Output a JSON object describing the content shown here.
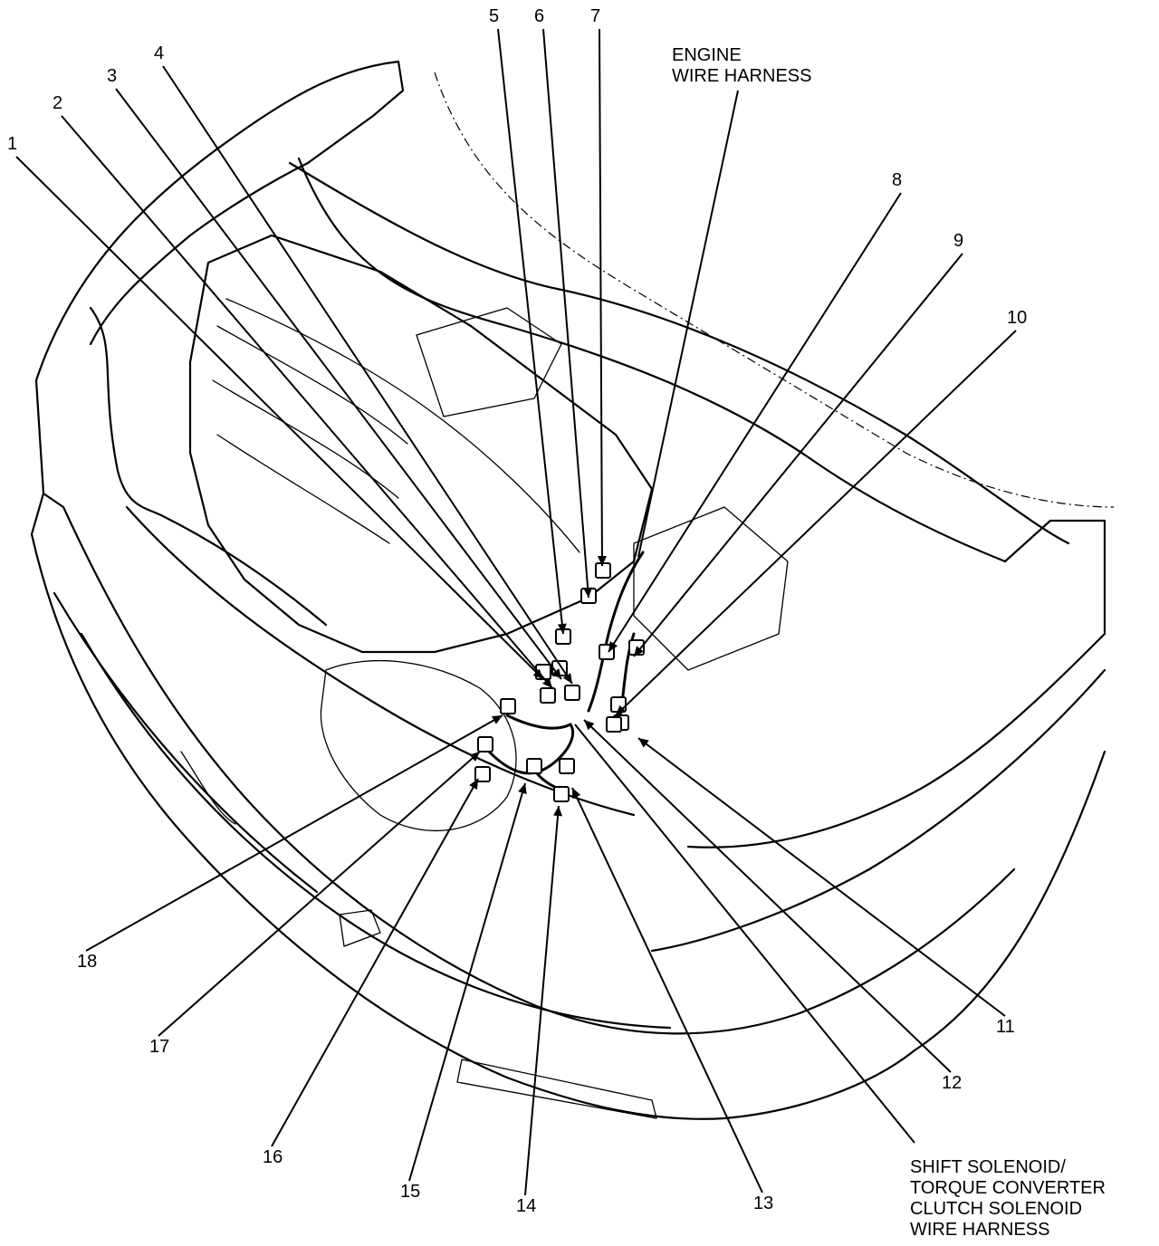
{
  "diagram": {
    "callouts": [
      {
        "num": "1"
      },
      {
        "num": "2"
      },
      {
        "num": "3"
      },
      {
        "num": "4"
      },
      {
        "num": "5"
      },
      {
        "num": "6"
      },
      {
        "num": "7"
      },
      {
        "num": "8"
      },
      {
        "num": "9"
      },
      {
        "num": "10"
      },
      {
        "num": "11"
      },
      {
        "num": "12"
      },
      {
        "num": "13"
      },
      {
        "num": "14"
      },
      {
        "num": "15"
      },
      {
        "num": "16"
      },
      {
        "num": "17"
      },
      {
        "num": "18"
      }
    ],
    "engine_harness_label": [
      "ENGINE",
      "WIRE HARNESS"
    ],
    "solenoid_harness_label": [
      "SHIFT SOLENOID/",
      "TORQUE CONVERTER",
      "CLUTCH SOLENOID",
      "WIRE HARNESS"
    ]
  }
}
